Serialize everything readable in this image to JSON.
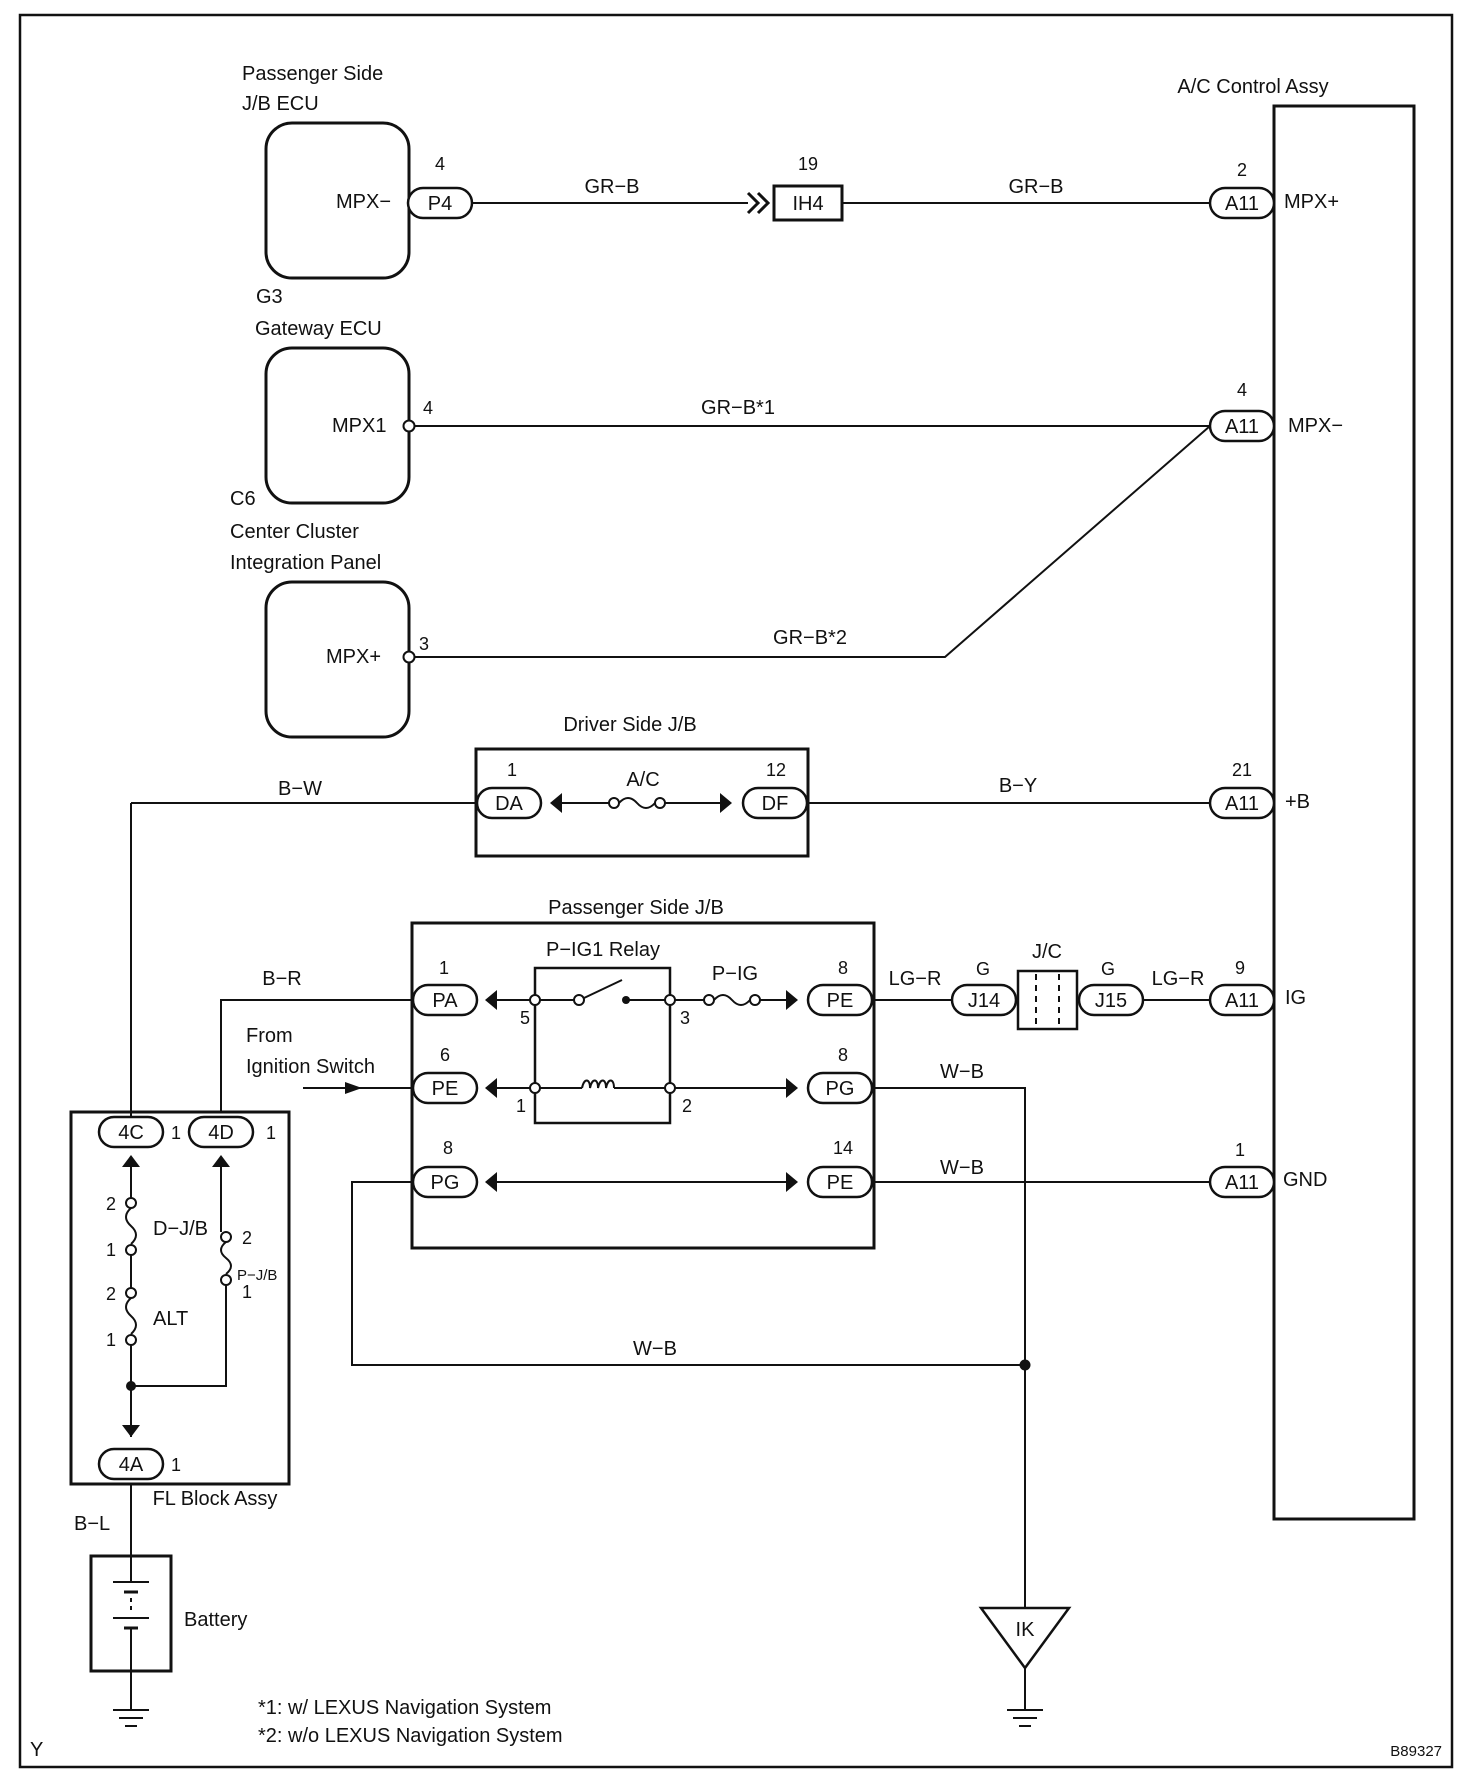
{
  "components": {
    "pjb_ecu": {
      "title1": "Passenger Side",
      "title2": "J/B ECU",
      "terminal": "MPX−",
      "code": "G3"
    },
    "gateway": {
      "title": "Gateway ECU",
      "terminal": "MPX1",
      "code": "C6"
    },
    "cluster": {
      "title1": "Center Cluster",
      "title2": "Integration Panel",
      "terminal": "MPX+"
    },
    "ac": {
      "title": "A/C Control Assy",
      "t_mpxp": "MPX+",
      "t_mpxm": "MPX−",
      "t_b": "+B",
      "t_ig": "IG",
      "t_gnd": "GND"
    },
    "djb": {
      "title": "Driver Side J/B",
      "fuse": "A/C"
    },
    "pjb": {
      "title": "Passenger Side J/B",
      "relay": "P−IG1 Relay",
      "fuse": "P−IG"
    },
    "fl": {
      "title": "FL Block Assy",
      "fuse1": "D−J/B",
      "fuse2": "ALT",
      "fuse3": "P−J/B"
    },
    "battery": {
      "label": "Battery"
    },
    "jc": {
      "label": "J/C"
    },
    "ground": {
      "label": "IK"
    },
    "ign": {
      "line1": "From",
      "line2": "Ignition Switch"
    }
  },
  "connectors": {
    "p4": "P4",
    "ih4": "IH4",
    "a11": "A11",
    "da": "DA",
    "df": "DF",
    "pa": "PA",
    "pe": "PE",
    "pg": "PG",
    "j14": "J14",
    "j15": "J15",
    "c4c": "4C",
    "c4d": "4D",
    "c4a": "4A"
  },
  "pins": {
    "p4": "4",
    "ih4": "19",
    "a11_mpxp": "2",
    "gw": "4",
    "a11_mpxm": "4",
    "cl": "3",
    "da": "1",
    "df": "12",
    "a11_b": "21",
    "pa": "1",
    "pe_top": "8",
    "a11_ig": "9",
    "pe_mid": "6",
    "pg_mid": "8",
    "pg_bot": "8",
    "pe_bot": "14",
    "a11_gnd": "1",
    "relay_5": "5",
    "relay_3": "3",
    "relay_1": "1",
    "relay_2": "2",
    "c4c": "1",
    "c4d": "1",
    "c4a": "1",
    "f1_top": "2",
    "f1_bot": "1",
    "f2_top": "2",
    "f2_bot": "1",
    "f3_top": "2",
    "f3_bot": "1"
  },
  "wires": {
    "grb": "GR−B",
    "grb1": "GR−B*1",
    "grb2": "GR−B*2",
    "bw": "B−W",
    "by": "B−Y",
    "br": "B−R",
    "lgr": "LG−R",
    "g": "G",
    "wb": "W−B",
    "bl": "B−L"
  },
  "notes": {
    "n1": "*1: w/ LEXUS Navigation System",
    "n2": "*2: w/o LEXUS Navigation System"
  },
  "corner": {
    "left": "Y",
    "right": "B89327"
  }
}
